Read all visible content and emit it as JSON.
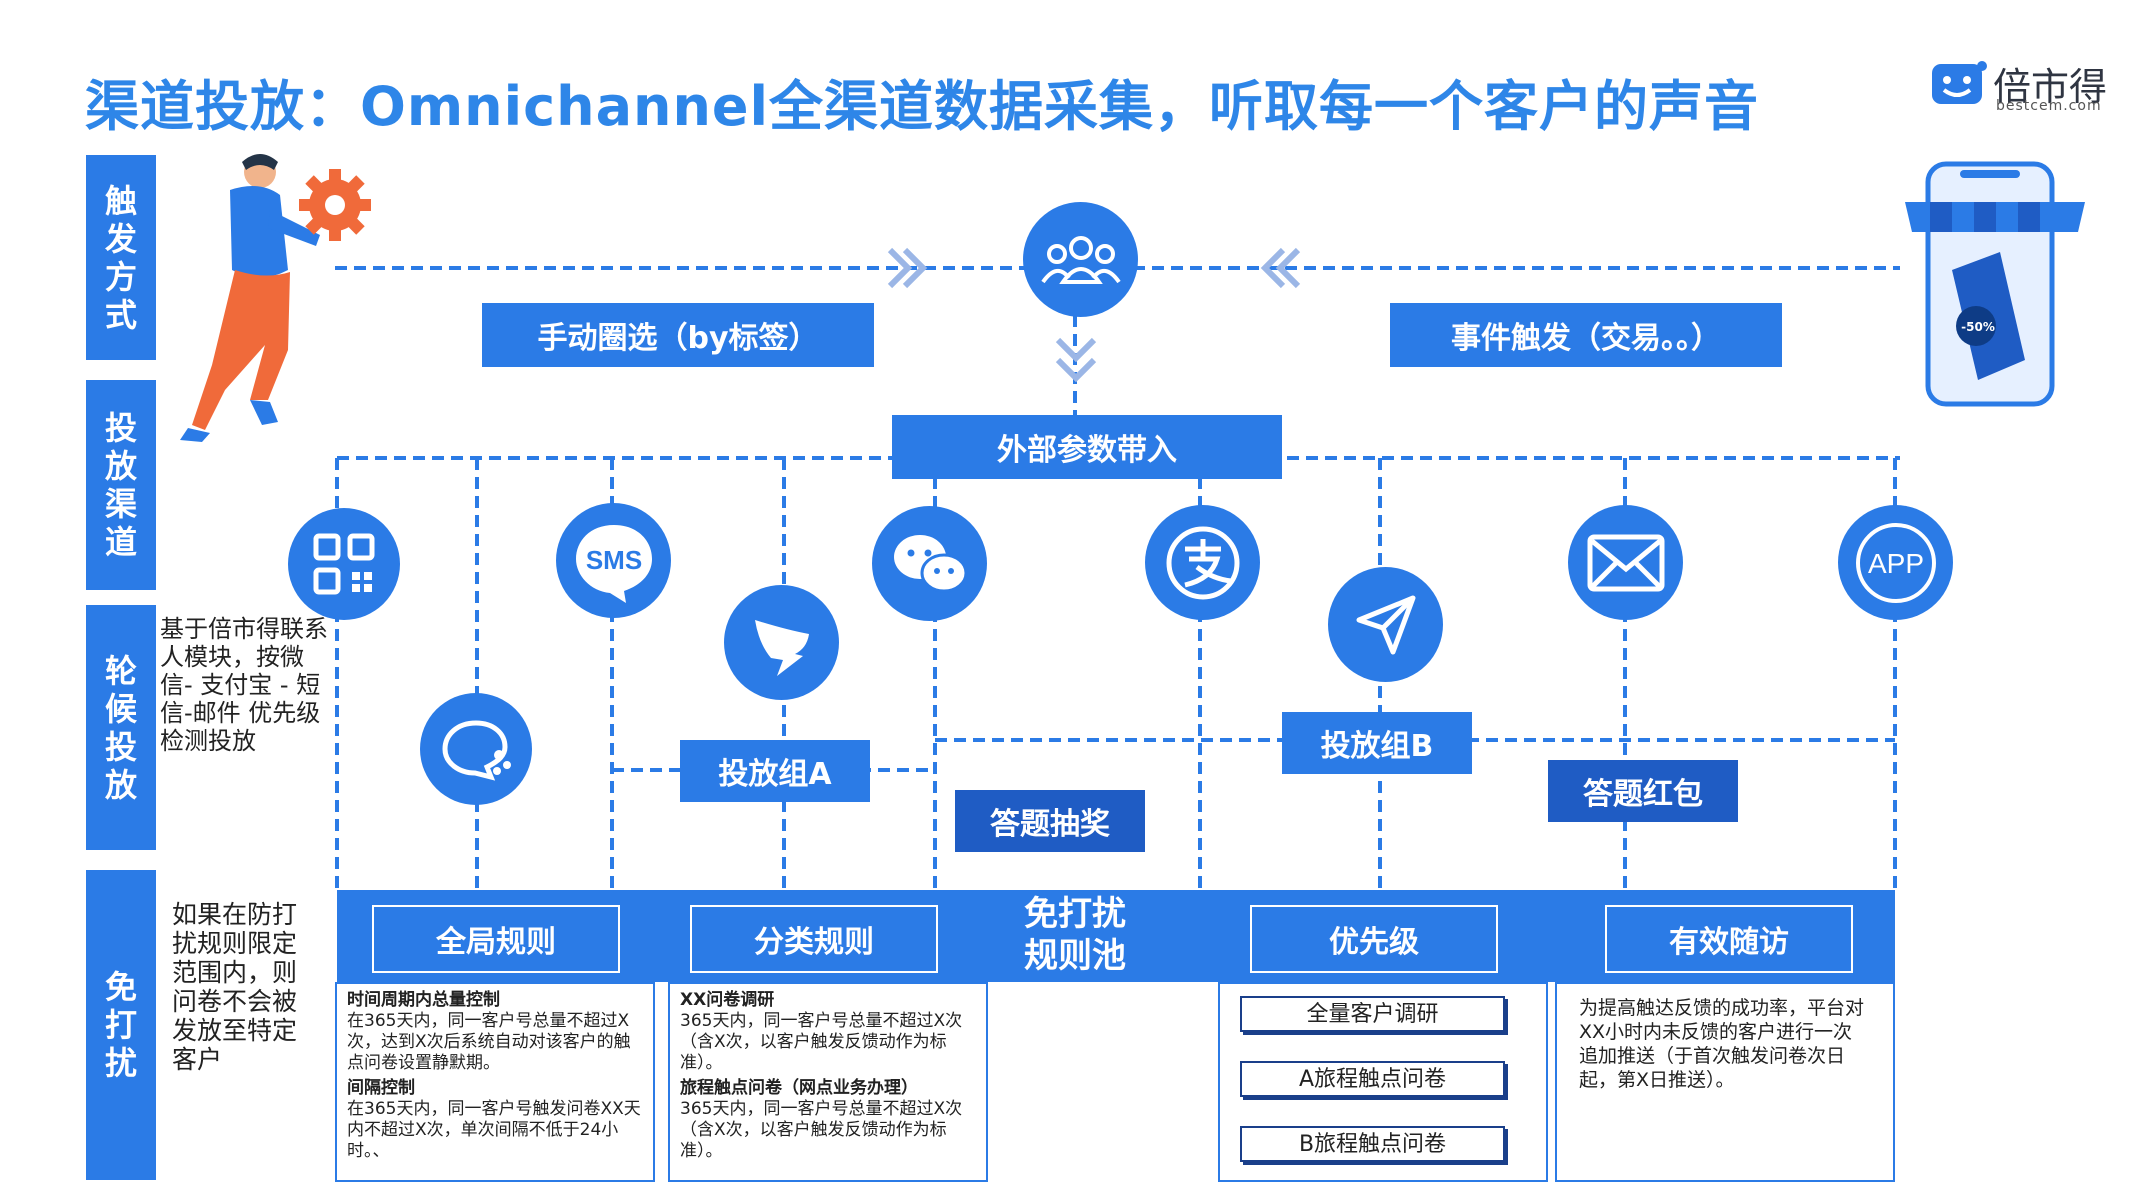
{
  "title": "渠道投放：Omnichannel全渠道数据采集，听取每一个客户的声音",
  "logo": {
    "cn": "倍市得",
    "en": "bestcem.com"
  },
  "sidebar": {
    "trigger": "触发方式",
    "channel": "投放渠道",
    "poll": "轮候投放",
    "nodisturb": "免打扰"
  },
  "notes": {
    "poll": "基于倍市得联系人模块，按微信- 支付宝 - 短信-邮件 优先级检测投放",
    "nodisturb": "如果在防打扰规则限定范围内，则问卷不会被发放至特定客户"
  },
  "trigger": {
    "manual": "手动圈选（by标签）",
    "event": "事件触发（交易。。）",
    "external": "外部参数带入"
  },
  "phone_tag": "-50%",
  "channels": {
    "sms": "SMS",
    "app": "APP"
  },
  "groups": {
    "a": "投放组A",
    "b": "投放组B",
    "lottery": "答题抽奖",
    "redpacket": "答题红包"
  },
  "pool": {
    "global": "全局规则",
    "category": "分类规则",
    "center": "免打扰规则池",
    "priority": "优先级",
    "followup": "有效随访"
  },
  "global_rules": {
    "h1": "时间周期内总量控制",
    "p1": "在365天内，同一客户号总量不超过X次，达到X次后系统自动对该客户的触点问卷设置静默期。",
    "h2": "间隔控制",
    "p2": "在365天内，同一客户号触发问卷XX天内不超过X次，单次间隔不低于24小时。、"
  },
  "category_rules": {
    "h1": "XX问卷调研",
    "p1": "365天内，同一客户号总量不超过X次（含X次，以客户触发反馈动作为标准）。",
    "h2": "旅程触点问卷（网点业务办理）",
    "p2": "365天内，同一客户号总量不超过X次（含X次，以客户触发反馈动作为标准）。"
  },
  "priority_items": [
    "全量客户调研",
    "A旅程触点问卷",
    "B旅程触点问卷"
  ],
  "followup_text": "为提高触达反馈的成功率，平台对XX小时内未反馈的客户进行一次追加推送（于首次触发问卷次日起，第X日推送）。",
  "colors": {
    "primary": "#2b7be6",
    "dark": "#1f5cc4",
    "title": "#2e86e8"
  }
}
